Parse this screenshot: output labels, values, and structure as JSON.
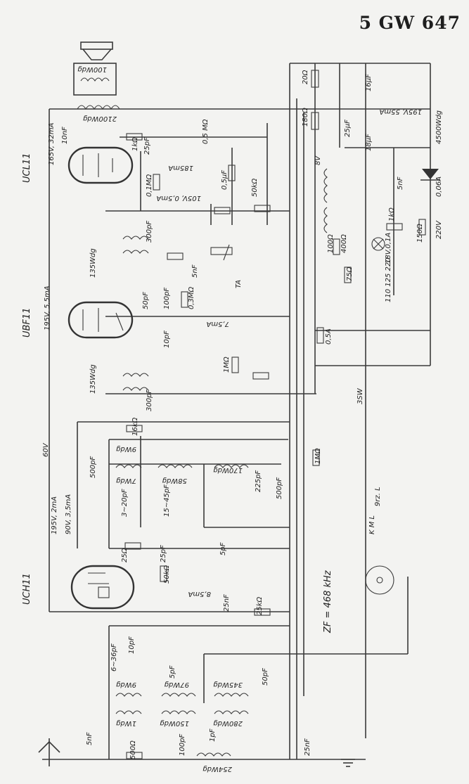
{
  "title": "5 GW 647",
  "tubes": [
    {
      "name": "UCL11",
      "plate": "165V, 32mA",
      "screen": "105V, 0,5mA"
    },
    {
      "name": "UBF11",
      "supply": "195V, 5,5mA",
      "current": "7,5mA"
    },
    {
      "name": "UCH11",
      "supply": "195V, 2mA",
      "osc": "90V, 3,5mA",
      "cathode": "8,5mA"
    }
  ],
  "labels": {
    "if": "ZF = 468 kHz",
    "b60": "60V",
    "v195": "195V, 55mA",
    "heater": "8V",
    "mains_switch": "3SW",
    "range": "K M L",
    "gerz": "9rz. L"
  },
  "components": {
    "r_20": "20Ω",
    "c_16": "16μF",
    "r_180": "180Ω",
    "c_25": "25μF",
    "c_18": "18μF",
    "r_4500": "4500Wdg",
    "c_5n": "5nF",
    "diode": "0,06A",
    "mains": "220V",
    "r_150": "150Ω",
    "r_1k": "1kΩ",
    "lamp": "18V,0,1A",
    "taps": "110 125 220",
    "fuse": "0,5A",
    "r_400": "400Ω",
    "r_100": "100Ω",
    "r_75": "75Ω",
    "ta": "TA",
    "spk": "100Wdg",
    "out_tr": "2100Wdg",
    "c_10n": "10nF",
    "c_25p": "25pF",
    "r_1k2": "1kΩ",
    "r_01": "0,1MΩ",
    "r_185": "185mA",
    "r_05": "0,5 MΩ",
    "c_05": "0,5μF",
    "r_50k": "50kΩ",
    "ifc_300a": "300pF",
    "ifc_300b": "300pF",
    "ifc_135a": "135Wdg",
    "ifc_135b": "135Wdg",
    "c_50p": "50pF",
    "c_100p": "100pF",
    "r_03": "0,3MΩ",
    "c_5nb": "5nF",
    "r_1mb": "1MΩ",
    "c_10p": "10pF",
    "r_16k": "16kΩ",
    "c_500": "500pF",
    "osc_9": "9Wdg",
    "osc_7": "7Wdg",
    "osc_58": "58Wdg",
    "osc_170": "170Wdg",
    "trim_3_20": "3~20pF",
    "trim_15_45": "15~45pF",
    "c_225": "225pF",
    "c_500b": "500pF",
    "c_5p": "5pF",
    "r_25": "25Ω",
    "c_25pf": "25pF",
    "r_50k2": "50kΩ",
    "c_25nf": "25nF",
    "r_25k": "25kΩ",
    "ant_6_36": "6~36pF",
    "ant_10": "10pF",
    "ant_9": "9Wdg",
    "ant_97": "97Wdg",
    "ant_345": "345Wdg",
    "ant_50": "50pF",
    "ant_1": "1Wdg",
    "ant_150": "150Wdg",
    "ant_280": "280Wdg",
    "ant_5n": "5nF",
    "ant_500": "500Ω",
    "ant_100p": "100pF",
    "ant_1p": "1pF",
    "ant_254": "254Wdg",
    "c_5pf": "5pF",
    "r_1m": "1MΩ",
    "c_25n2": "25nF"
  }
}
